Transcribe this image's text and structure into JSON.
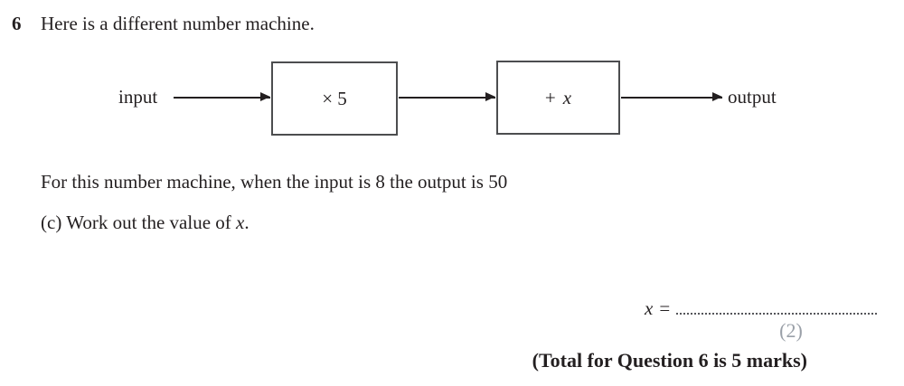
{
  "question": {
    "number": "6",
    "intro": "Here is a different number machine.",
    "statement": "For this number machine, when the input is 8 the output is 50",
    "part": {
      "label": "(c)",
      "text": "Work out the value of",
      "variable": "x",
      "period": "."
    }
  },
  "machine": {
    "input_label": "input",
    "box1_label": "× 5",
    "box2_operator": "+",
    "box2_variable": "x",
    "output_label": "output"
  },
  "answer": {
    "variable": "x",
    "equals": "=",
    "marks": "(2)",
    "total_line": "(Total for Question 6 is 5 marks)"
  },
  "colors": {
    "text": "#231f20",
    "marks_gray": "#9aa0a8",
    "box_border": "#4c4d4f"
  }
}
